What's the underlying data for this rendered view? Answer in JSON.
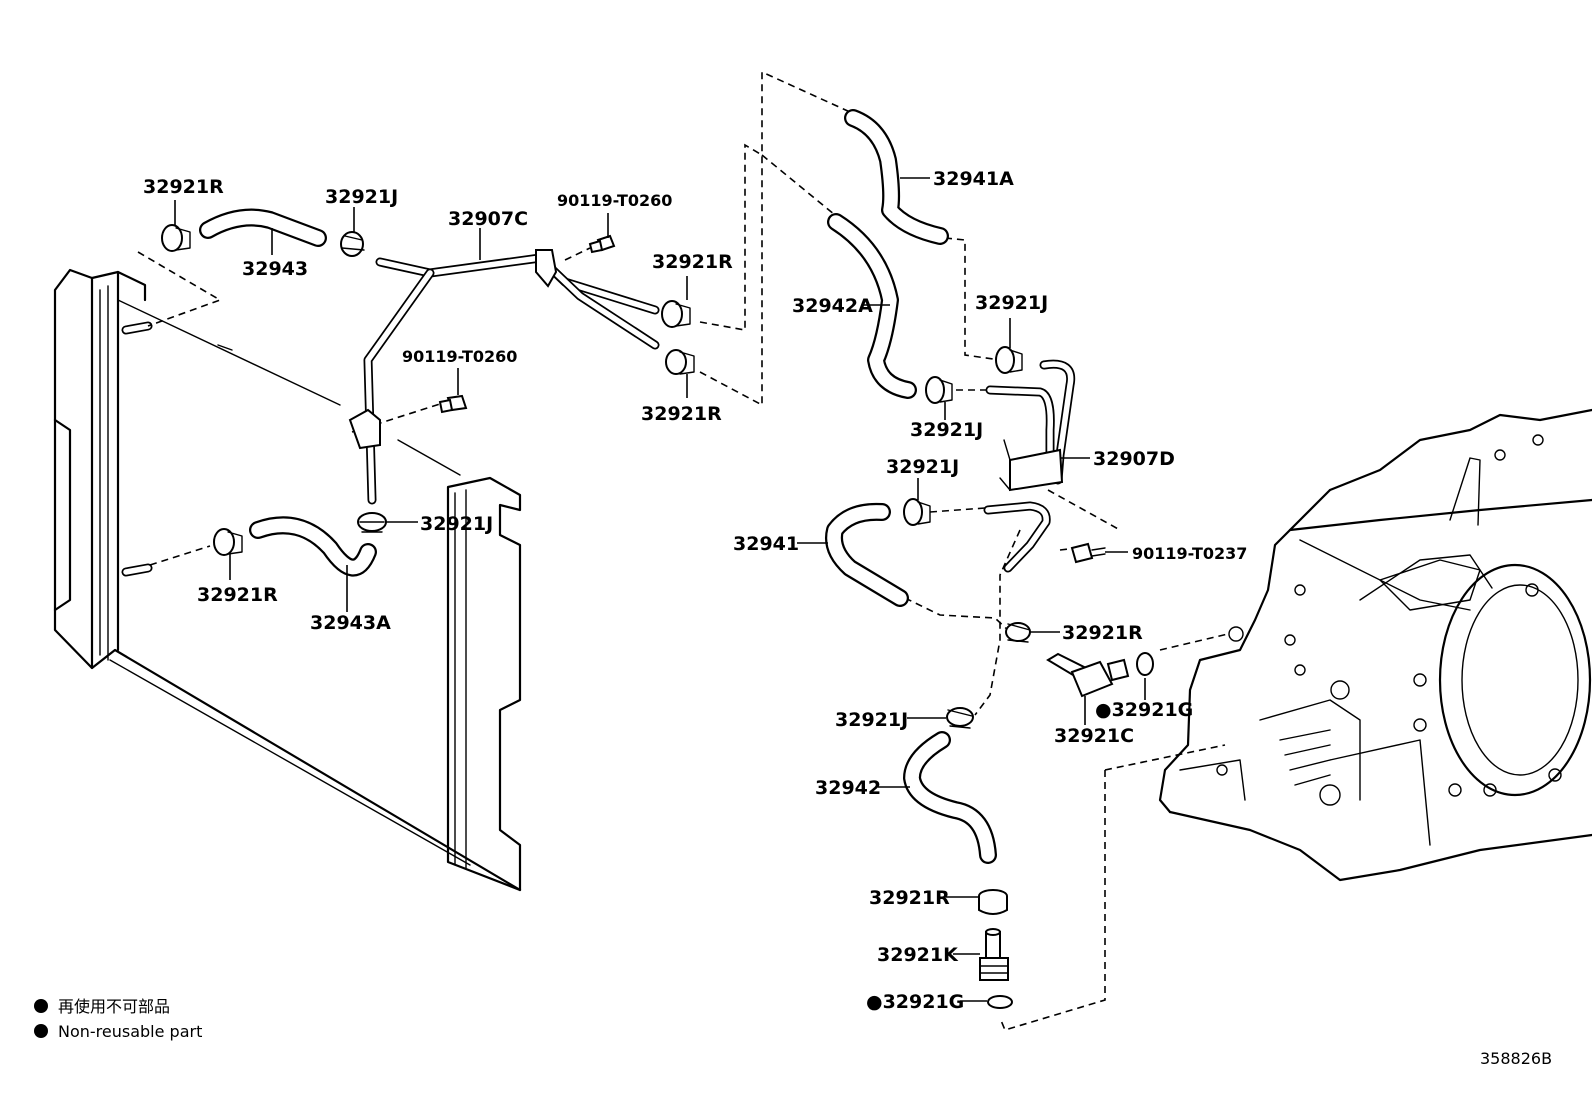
{
  "part_labels": {
    "p32921R_a": "32921R",
    "p32921J_a": "32921J",
    "p32907C": "32907C",
    "p90119T0260_a": "90119-T0260",
    "p32943": "32943",
    "p32921R_b": "32921R",
    "p32921R_c": "32921R",
    "p90119T0260_b": "90119-T0260",
    "p32921J_b": "32921J",
    "p32921R_d": "32921R",
    "p32943A": "32943A",
    "p32941A": "32941A",
    "p32942A": "32942A",
    "p32921J_c": "32921J",
    "p32921J_d": "32921J",
    "p32907D": "32907D",
    "p32921J_e": "32921J",
    "p32941": "32941",
    "p90119T0237": "90119-T0237",
    "p32921R_e": "32921R",
    "p32921G_a": "●32921G",
    "p32921C": "32921C",
    "p32921J_f": "32921J",
    "p32942": "32942",
    "p32921R_f": "32921R",
    "p32921K": "32921K",
    "p32921G_b": "●32921G"
  },
  "legend": {
    "line1": "再使用不可部品",
    "line2": "Non-reusable part"
  },
  "figure_id": "358826B"
}
